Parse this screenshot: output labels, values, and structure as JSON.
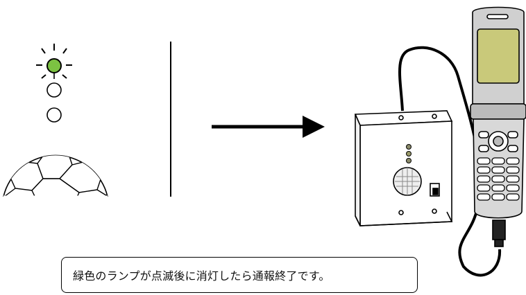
{
  "caption": {
    "text": "緑色のランプが点滅後に消灯したら通報終了です。"
  },
  "colors": {
    "lamp_on": "#7cc242",
    "lamp_off": "#ffffff",
    "stroke": "#000000",
    "device_led": "#8a8a6a",
    "phone_screen": "#c9c97a"
  },
  "icons": {
    "indicator": "blinking-green-lamp",
    "arrow": "right-arrow",
    "device": "alarm-device",
    "phone": "flip-phone"
  }
}
